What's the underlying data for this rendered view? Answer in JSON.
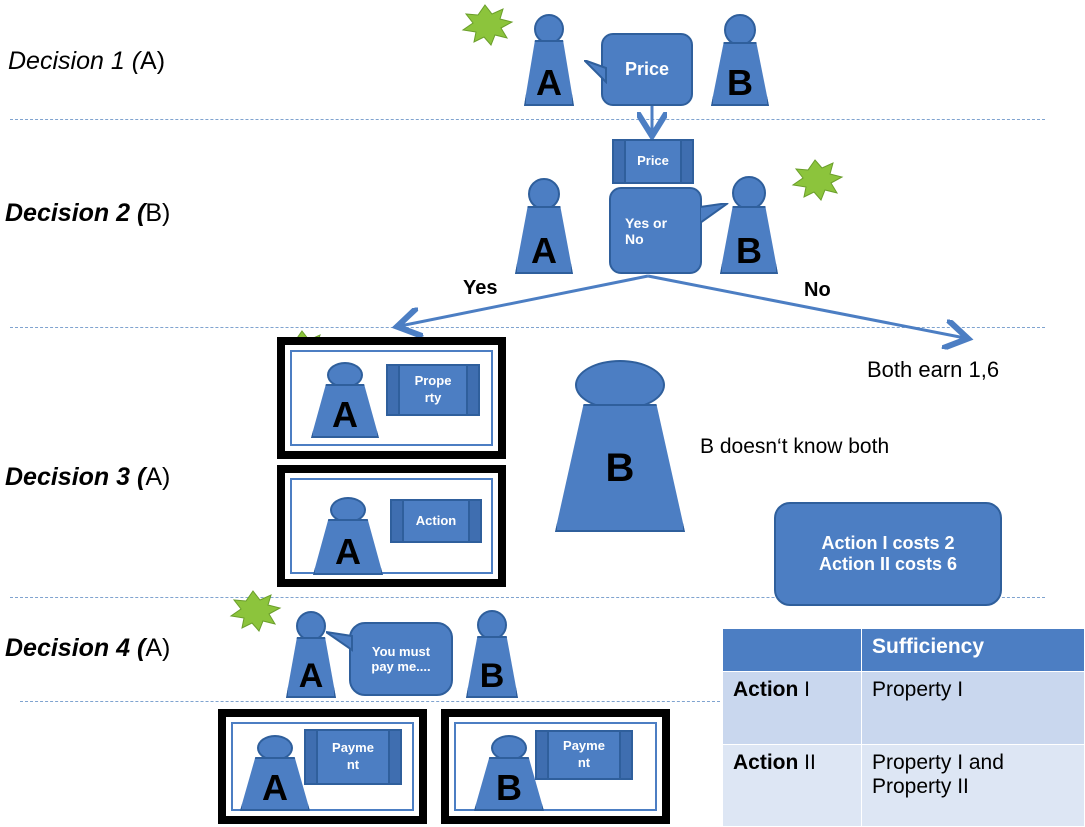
{
  "decisions": [
    {
      "italic": "Decision 1",
      "actor": "A",
      "style": "it"
    },
    {
      "italic": "Decision 2",
      "actor": "B",
      "style": "bi"
    },
    {
      "italic": "Decision 3",
      "actor": "A",
      "style": "bi"
    },
    {
      "italic": "Decision 4",
      "actor": "A",
      "style": "bi"
    }
  ],
  "pawns": {
    "a": "A",
    "b": "B"
  },
  "bubbles": {
    "price": "Price",
    "yes_or_no_1": "Yes or",
    "yes_or_no_2": "No",
    "you_must_1": "You must",
    "you_must_2": "pay me...."
  },
  "scrolls": {
    "price": "Price",
    "property_1": "Prope",
    "property_2": "rty",
    "action": "Action",
    "payment_1": "Payme",
    "payment_2": "nt"
  },
  "branches": {
    "yes": "Yes",
    "no": "No",
    "outcome": "Both earn 1,6"
  },
  "note": "B doesn‘t know both",
  "costs": {
    "line1": "Action I costs 2",
    "line2": "Action II costs 6"
  },
  "table": {
    "header": [
      "",
      "Sufficiency"
    ],
    "rows": [
      {
        "bold": "Action",
        "rest": " I",
        "value1": "Property I",
        "value2": ""
      },
      {
        "bold": "Action",
        "rest": " II",
        "value1": "Property I and",
        "value2": "Property II"
      }
    ]
  },
  "colors": {
    "pawn": "#4c7ec3",
    "star": "#8cc43c",
    "separator": "#7fa3cf",
    "arrow": "#4c7ec3"
  }
}
